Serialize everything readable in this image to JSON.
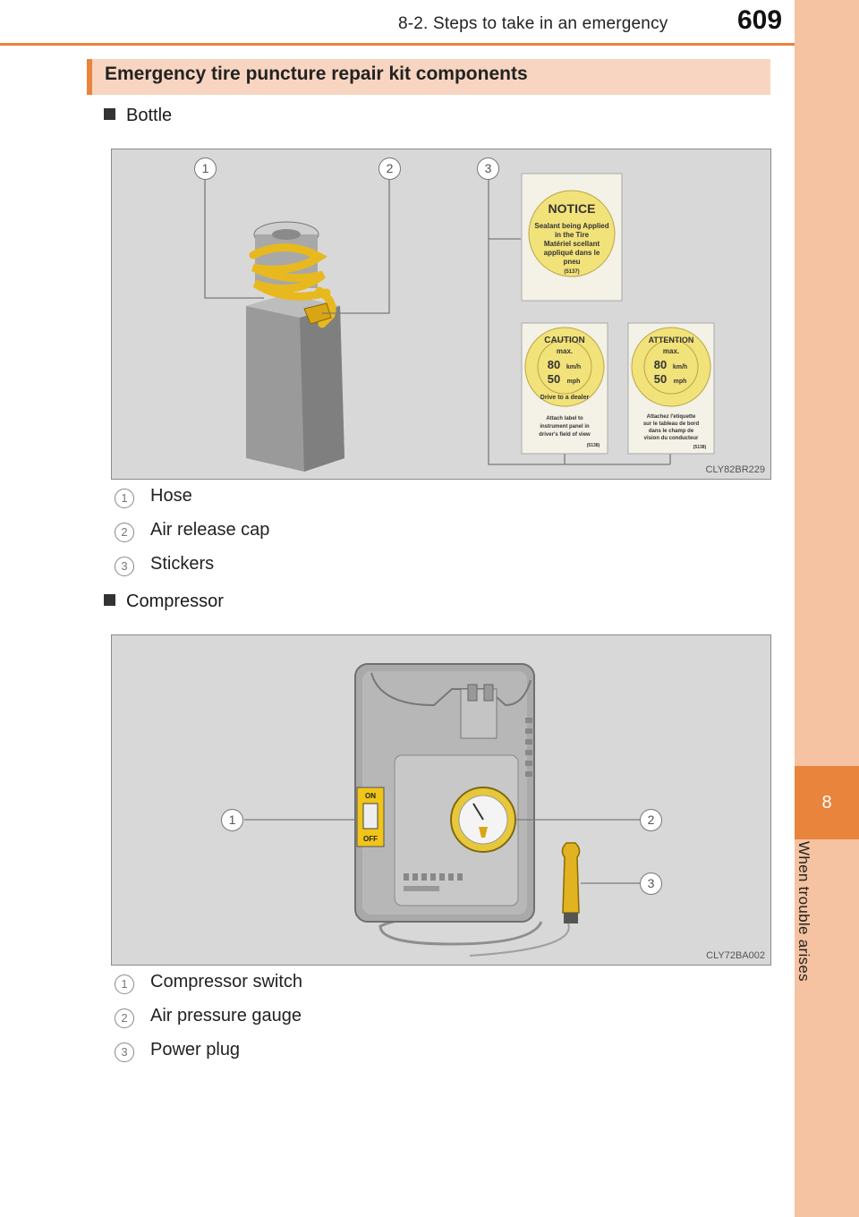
{
  "header": {
    "title": "8-2. Steps to take in an emergency",
    "page_number": "609"
  },
  "side_tab": {
    "chapter_number": "8",
    "chapter_title": "When trouble arises"
  },
  "section": {
    "title": "Emergency tire puncture repair kit components"
  },
  "bottle": {
    "heading": "Bottle",
    "figure_code": "CLY82BR229",
    "callouts": [
      "1",
      "2",
      "3"
    ],
    "stickers": {
      "notice": {
        "title": "NOTICE",
        "lines": [
          "Sealant being Applied",
          "in the Tire",
          "Matériel scellant",
          "appliqué dans le",
          "pneu"
        ],
        "code": "(5137)"
      },
      "caution": {
        "arc_top": "CAUTION",
        "max": "max.",
        "speed_kmh": "80",
        "unit_kmh": "km/h",
        "speed_mph": "50",
        "unit_mph": "mph",
        "arc_bottom": "Drive to a dealer",
        "note_lines": [
          "Attach label to",
          "instrument panel in",
          "driver's field of view"
        ],
        "code": "(5138)"
      },
      "attention": {
        "arc_top": "ATTENTION",
        "max": "max.",
        "speed_kmh": "80",
        "unit_kmh": "km/h",
        "speed_mph": "50",
        "unit_mph": "mph",
        "note_lines": [
          "Attachez l'etiquette",
          "sur le tableau de bord",
          "dans le champ de",
          "vision du conducteur"
        ],
        "code": "(5138)"
      }
    },
    "legend": [
      {
        "num": "1",
        "label": "Hose"
      },
      {
        "num": "2",
        "label": "Air release cap"
      },
      {
        "num": "3",
        "label": "Stickers"
      }
    ]
  },
  "compressor": {
    "heading": "Compressor",
    "figure_code": "CLY72BA002",
    "callouts": [
      "1",
      "2",
      "3"
    ],
    "switch_on": "ON",
    "switch_off": "OFF",
    "legend": [
      {
        "num": "1",
        "label": "Compressor switch"
      },
      {
        "num": "2",
        "label": "Air pressure gauge"
      },
      {
        "num": "3",
        "label": "Power plug"
      }
    ]
  },
  "colors": {
    "accent": "#e8843c",
    "side_tab": "#f5c2a2",
    "heading_bg": "#f8d5c0",
    "figure_bg": "#d8d8d8",
    "sticker_yellow": "#f2e27a"
  }
}
